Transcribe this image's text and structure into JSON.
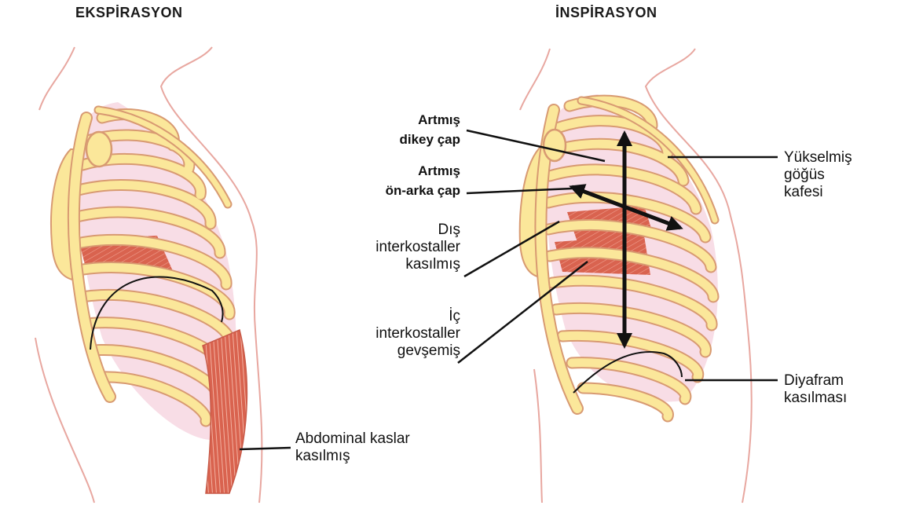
{
  "titles": {
    "left": "EKSPİRASYON",
    "right": "İNSPİRASYON"
  },
  "labels": {
    "increased_vertical": [
      "Artmış",
      "dikey çap"
    ],
    "increased_ap": [
      "Artmış",
      "ön-arka çap"
    ],
    "external_intercostals": [
      "Dış",
      "interkostaller",
      "kasılmış"
    ],
    "internal_intercostals": [
      "İç",
      "interkostaller",
      "gevşemiş"
    ],
    "raised_ribcage": [
      "Yükselmiş",
      "göğüs",
      "kafesi"
    ],
    "diaphragm": [
      "Diyafram",
      "kasılması"
    ],
    "abdominal": [
      "Abdominal kaslar",
      "kasılmış"
    ]
  },
  "colors": {
    "bone_fill": "#fbe79a",
    "bone_stroke": "#d89a72",
    "muscle": "#d9634f",
    "pleura": "#f8dde6",
    "body_outline": "#e8a7a0",
    "arrow": "#111111"
  }
}
